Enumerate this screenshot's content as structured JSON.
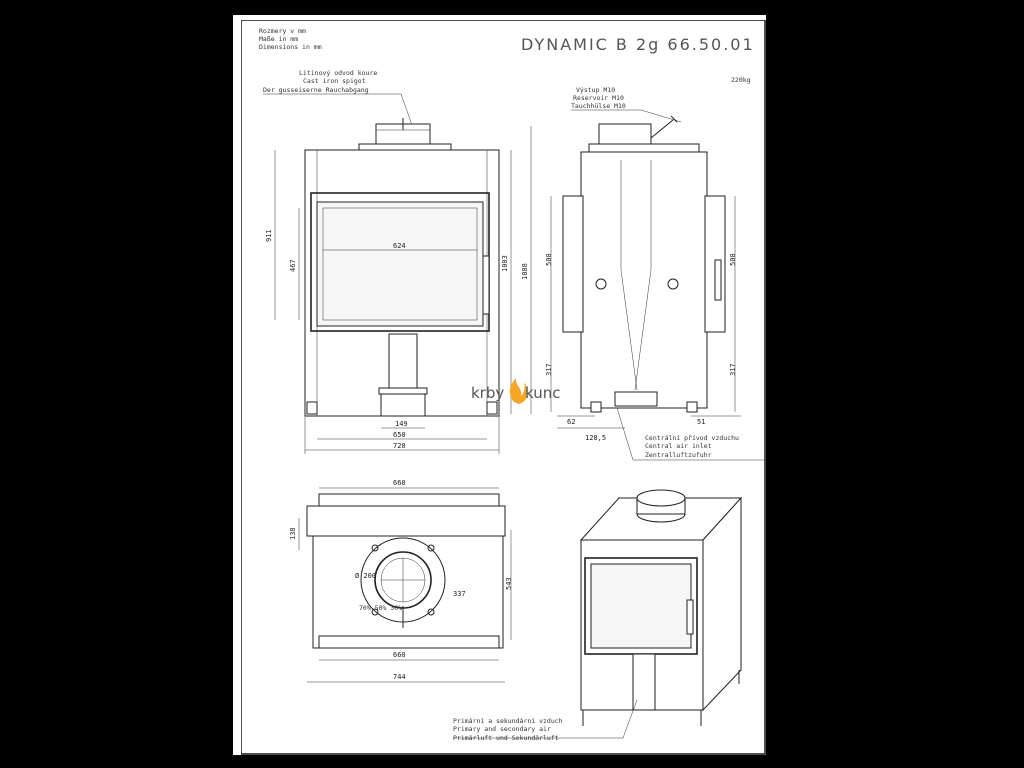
{
  "title": "DYNAMIC B 2g 66.50.01",
  "units": [
    "Rozmery v mm",
    "Maße in mm",
    "Dimensions in mm"
  ],
  "weight": "220kg",
  "callouts": {
    "spigot": [
      "Litinový odvod koure",
      "Cast iron spigot",
      "Der gusseiserne Rauchabgang"
    ],
    "outlet": [
      "Výstup M10",
      "Reservoir M10",
      "Tauchhülse M10"
    ],
    "central_air": [
      "Centrální přívod vzduchu",
      "Central air inlet",
      "Zentralluftzufuhr"
    ],
    "primary_air": [
      "Primární a sekundární vzduch",
      "Primary and secondary air",
      "Primärluft und Sekundärluft"
    ]
  },
  "logo": {
    "left": "krby",
    "right": "kunc"
  },
  "dims": {
    "front": {
      "d624": "624",
      "d467": "467",
      "d911": "911",
      "d1003": "1003",
      "d1088": "1088",
      "d149": "149",
      "d650": "650",
      "d720": "720"
    },
    "side": {
      "d500l": "500",
      "d317l": "317",
      "d500r": "500",
      "d317r": "317",
      "d62": "62",
      "d51": "51",
      "d128": "128,5"
    },
    "top": {
      "d660a": "660",
      "d138": "138",
      "d543": "543",
      "d337": "337",
      "d200": "Ø 200",
      "d660b": "660",
      "d744": "744",
      "dtext": "70% 50% 30%"
    }
  },
  "colors": {
    "sheet": "#ffffff",
    "line": "#222222",
    "flame": "#f5a623"
  }
}
